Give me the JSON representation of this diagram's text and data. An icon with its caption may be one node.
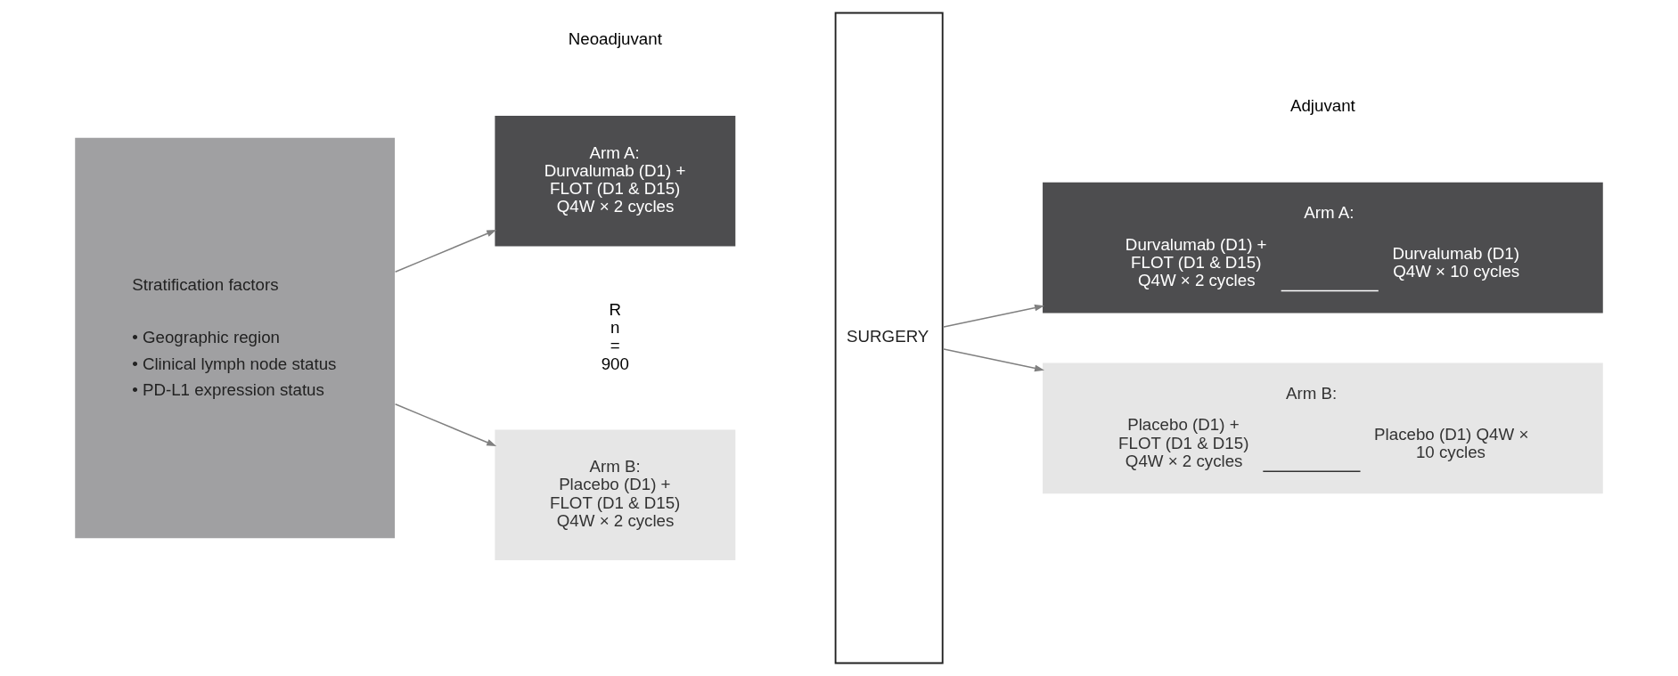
{
  "diagram": {
    "nodes": [
      {
        "text": [
          "Stratification factors",
          "• Geographic region",
          "• Clinical lymph node status",
          "• PD-L1 expression status"
        ]
      },
      {
        "text": [
          "Arm A:",
          "Durvalumab (D1) + FLOT (D1 & D15) Q4W × 2 cycles"
        ]
      },
      {
        "text": [
          "Arm B:",
          "Placebo (D1) + FLOT (D1 & D15) Q4W × 2 cycles"
        ]
      },
      {
        "text": [
          "SURGERY"
        ]
      },
      {
        "text": [
          "Arm A:",
          "Durvalumab (D1) + FLOT (D1 & D15) Q4W × 2 cycles",
          "Durvalumab (D1) Q4W × 10 cycles"
        ]
      },
      {
        "text": [
          "Arm B:",
          "Placebo (D1) + FLOT (D1 & D15) Q4W × 2 cycles",
          "Placebo (D1) Q4W × 10 cycles"
        ]
      }
    ],
    "edges": [
      {
        "from": 0,
        "to": 1,
        "arrow": "to"
      },
      {
        "from": 0,
        "to": 2,
        "arrow": "to"
      },
      {
        "from": 3,
        "to": 4,
        "arrow": "to"
      },
      {
        "from": 3,
        "to": 5,
        "arrow": "to"
      }
    ],
    "labels": [
      "Neoadjuvant",
      "Adjuvant",
      "R n = 900"
    ]
  }
}
